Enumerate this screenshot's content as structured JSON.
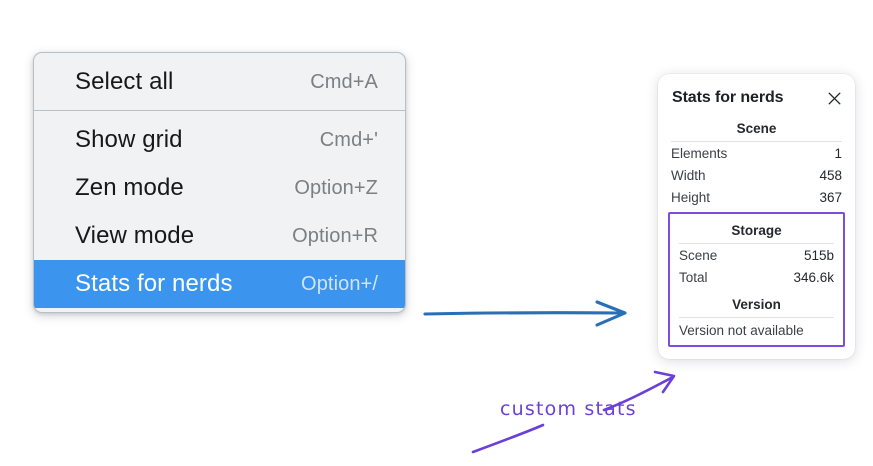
{
  "context_menu": {
    "groups": [
      {
        "items": [
          {
            "label": "Select all",
            "shortcut": "Cmd+A",
            "selected": false
          }
        ]
      },
      {
        "items": [
          {
            "label": "Show grid",
            "shortcut": "Cmd+'",
            "selected": false
          },
          {
            "label": "Zen mode",
            "shortcut": "Option+Z",
            "selected": false
          },
          {
            "label": "View mode",
            "shortcut": "Option+R",
            "selected": false
          },
          {
            "label": "Stats for nerds",
            "shortcut": "Option+/",
            "selected": true
          }
        ]
      }
    ],
    "highlight_color": "#3b95ee"
  },
  "stats_panel": {
    "title": "Stats for nerds",
    "close_icon": "close-icon",
    "sections": [
      {
        "heading": "Scene",
        "boxed": false,
        "rows": [
          {
            "key": "Elements",
            "value": "1"
          },
          {
            "key": "Width",
            "value": "458"
          },
          {
            "key": "Height",
            "value": "367"
          }
        ]
      },
      {
        "heading": "Storage",
        "boxed": true,
        "rows": [
          {
            "key": "Scene",
            "value": "515b"
          },
          {
            "key": "Total",
            "value": "346.6k"
          }
        ]
      },
      {
        "heading": "Version",
        "boxed": true,
        "note": "Version not available"
      }
    ],
    "highlight_box_color": "#7b4ee0"
  },
  "annotations": {
    "blue_arrow_color": "#2a6fb5",
    "purple_color": "#6a40d8",
    "label": "custom stats"
  }
}
